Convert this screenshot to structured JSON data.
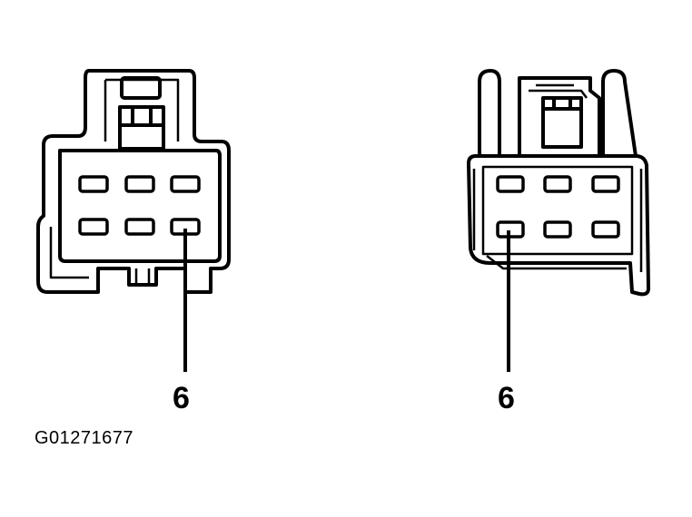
{
  "figure_id": "G01271677",
  "connectors": [
    {
      "name": "left-connector",
      "pin_rows": 2,
      "pin_cols": 3,
      "callout": {
        "label": "6",
        "pin_row": 2,
        "pin_col": 3
      }
    },
    {
      "name": "right-connector",
      "pin_rows": 2,
      "pin_cols": 3,
      "callout": {
        "label": "6",
        "pin_row": 2,
        "pin_col": 1
      }
    }
  ]
}
